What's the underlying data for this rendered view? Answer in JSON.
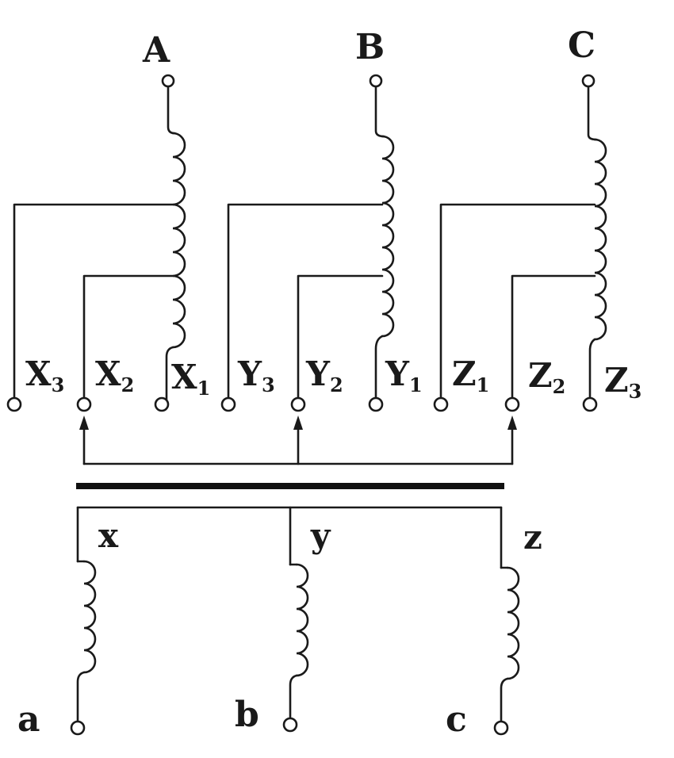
{
  "primary": {
    "terminals": [
      "A",
      "B",
      "C"
    ]
  },
  "taps": [
    {
      "letter": "X",
      "index": "3"
    },
    {
      "letter": "X",
      "index": "2"
    },
    {
      "letter": "X",
      "index": "1"
    },
    {
      "letter": "Y",
      "index": "3"
    },
    {
      "letter": "Y",
      "index": "2"
    },
    {
      "letter": "Y",
      "index": "1"
    },
    {
      "letter": "Z",
      "index": "1"
    },
    {
      "letter": "Z",
      "index": "2"
    },
    {
      "letter": "Z",
      "index": "3"
    }
  ],
  "secondary": {
    "ends": [
      "x",
      "y",
      "z"
    ],
    "terminals": [
      "a",
      "b",
      "c"
    ]
  },
  "colors": {
    "ink": "#1a1a1a",
    "background": "#ffffff"
  }
}
